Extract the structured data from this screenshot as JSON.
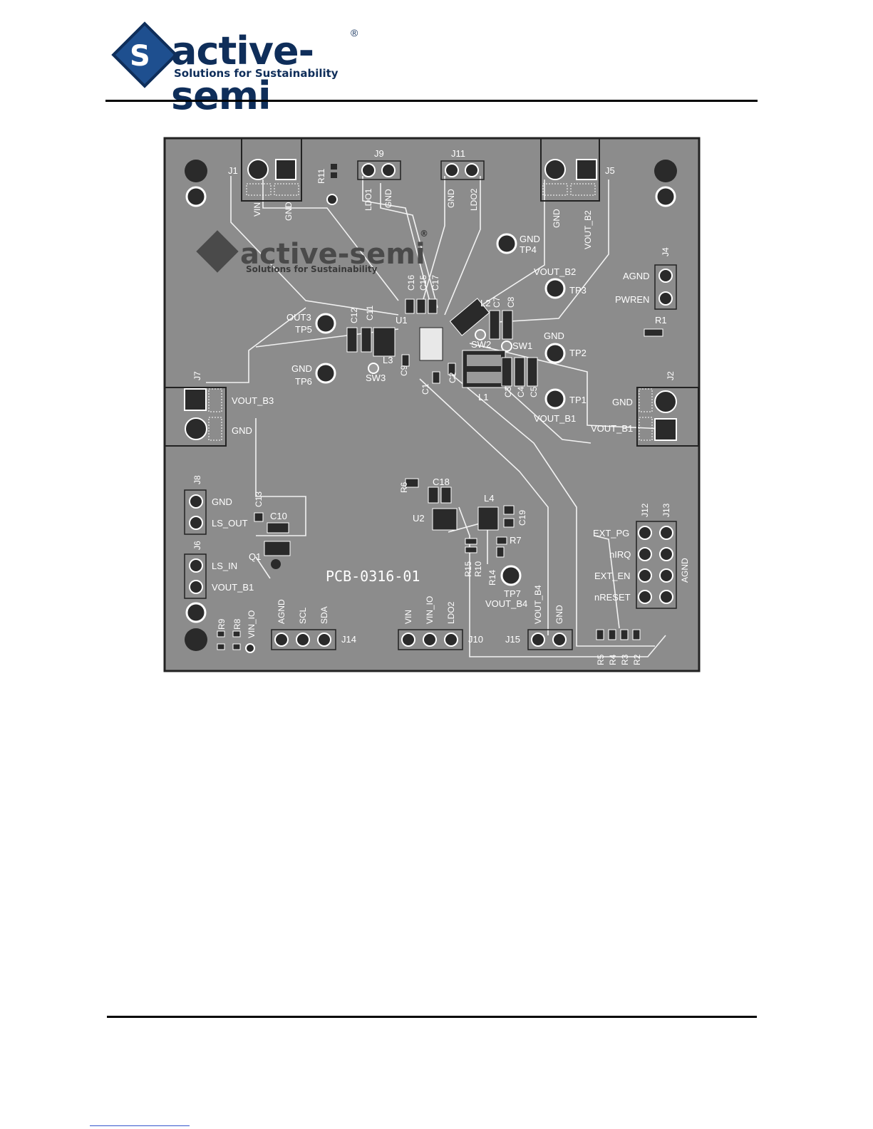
{
  "header": {
    "logo_word": "active-semi",
    "logo_registered": "®",
    "logo_tagline": "Solutions for Sustainability"
  },
  "pcb": {
    "silk_logo_word": "active-semi",
    "silk_logo_registered": "®",
    "silk_logo_tagline": "Solutions for Sustainability",
    "board_number": "PCB-0316-01",
    "connectors": {
      "j1": "J1",
      "j1_pin1": "VIN",
      "j1_pin2": "GND",
      "j5": "J5",
      "j5_pin1": "GND",
      "j5_pin2": "VOUT_B2",
      "j9": "J9",
      "j9_pin1": "LDO1",
      "j9_pin2": "GND",
      "j11": "J11",
      "j11_pin1": "GND",
      "j11_pin2": "LDO2",
      "j4": "J4",
      "j4_pin1": "AGND",
      "j4_pin2": "PWREN",
      "j7": "J7",
      "j7_pin1": "VOUT_B3",
      "j7_pin2": "GND",
      "j2": "J2",
      "j2_pin1": "GND",
      "j2_pin2": "VOUT_B1",
      "j8": "J8",
      "j8_pin1": "GND",
      "j8_pin2": "LS_OUT",
      "j6": "J6",
      "j6_pin1": "LS_IN",
      "j6_pin2": "VOUT_B1",
      "j14": "J14",
      "j14_pin1": "AGND",
      "j14_pin2": "SCL",
      "j14_pin3": "SDA",
      "j14_vinio": "VIN_IO",
      "j10": "J10",
      "j10_pin1": "VIN",
      "j10_pin2": "VIN_IO",
      "j10_pin3": "LDO2",
      "j15": "J15",
      "j15_pin1": "VOUT_B4",
      "j15_pin2": "GND",
      "j12": "J12",
      "j13": "J13",
      "j13_agnd": "AGND",
      "j12_pin1": "EXT_PG",
      "j12_pin2": "nIRQ",
      "j12_pin3": "EXT_EN",
      "j12_pin4": "nRESET"
    },
    "test_points": {
      "tp1": "TP1",
      "tp1_net": "VOUT_B1",
      "tp2": "TP2",
      "tp2_net": "GND",
      "tp3": "TP3",
      "tp3_net": "VOUT_B2",
      "tp4": "TP4",
      "tp4_net": "GND",
      "tp5": "TP5",
      "tp5_net": "OUT3",
      "tp6": "TP6",
      "tp6_net": "GND",
      "tp7": "TP7",
      "tp7_net": "VOUT_B4",
      "sw1": "SW1",
      "sw2": "SW2",
      "sw3": "SW3"
    },
    "components": {
      "u1": "U1",
      "u2": "U2",
      "q1": "Q1",
      "l1": "L1",
      "l2": "L2",
      "l3": "L3",
      "l4": "L4",
      "c1": "C1",
      "c2": "C2",
      "c3": "C3",
      "c4": "C4",
      "c5": "C5",
      "c7": "C7",
      "c8": "C8",
      "c9": "C9",
      "c10": "C10",
      "c11": "C11",
      "c12": "C12",
      "c13": "C13",
      "c15": "C15",
      "c16": "C16",
      "c17": "C17",
      "c18": "C18",
      "c19": "C19",
      "r1": "R1",
      "r2": "R2",
      "r3": "R3",
      "r4": "R4",
      "r5": "R5",
      "r6": "R6",
      "r7": "R7",
      "r8": "R8",
      "r9": "R9",
      "r10": "R10",
      "r11": "R11",
      "r14": "R14",
      "r15": "R15"
    }
  }
}
